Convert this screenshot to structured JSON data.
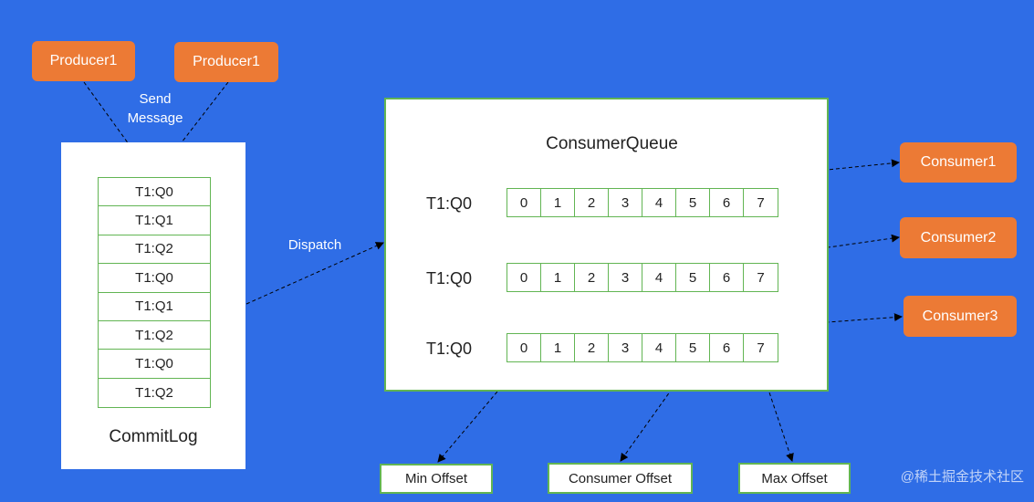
{
  "producers": [
    "Producer1",
    "Producer1"
  ],
  "send_label": "Send\nMessage",
  "commitlog": {
    "title": "CommitLog",
    "entries": [
      "T1:Q0",
      "T1:Q1",
      "T1:Q2",
      "T1:Q0",
      "T1:Q1",
      "T1:Q2",
      "T1:Q0",
      "T1:Q2"
    ]
  },
  "dispatch_label": "Dispatch",
  "consumer_queue": {
    "title": "ConsumerQueue",
    "rows": [
      {
        "label": "T1:Q0",
        "cells": [
          "0",
          "1",
          "2",
          "3",
          "4",
          "5",
          "6",
          "7"
        ]
      },
      {
        "label": "T1:Q0",
        "cells": [
          "0",
          "1",
          "2",
          "3",
          "4",
          "5",
          "6",
          "7"
        ]
      },
      {
        "label": "T1:Q0",
        "cells": [
          "0",
          "1",
          "2",
          "3",
          "4",
          "5",
          "6",
          "7"
        ]
      }
    ]
  },
  "consumers": [
    "Consumer1",
    "Consumer2",
    "Consumer3"
  ],
  "offsets": {
    "min": "Min Offset",
    "consumer": "Consumer Offset",
    "max": "Max Offset"
  },
  "watermark": "@稀土掘金技术社区"
}
